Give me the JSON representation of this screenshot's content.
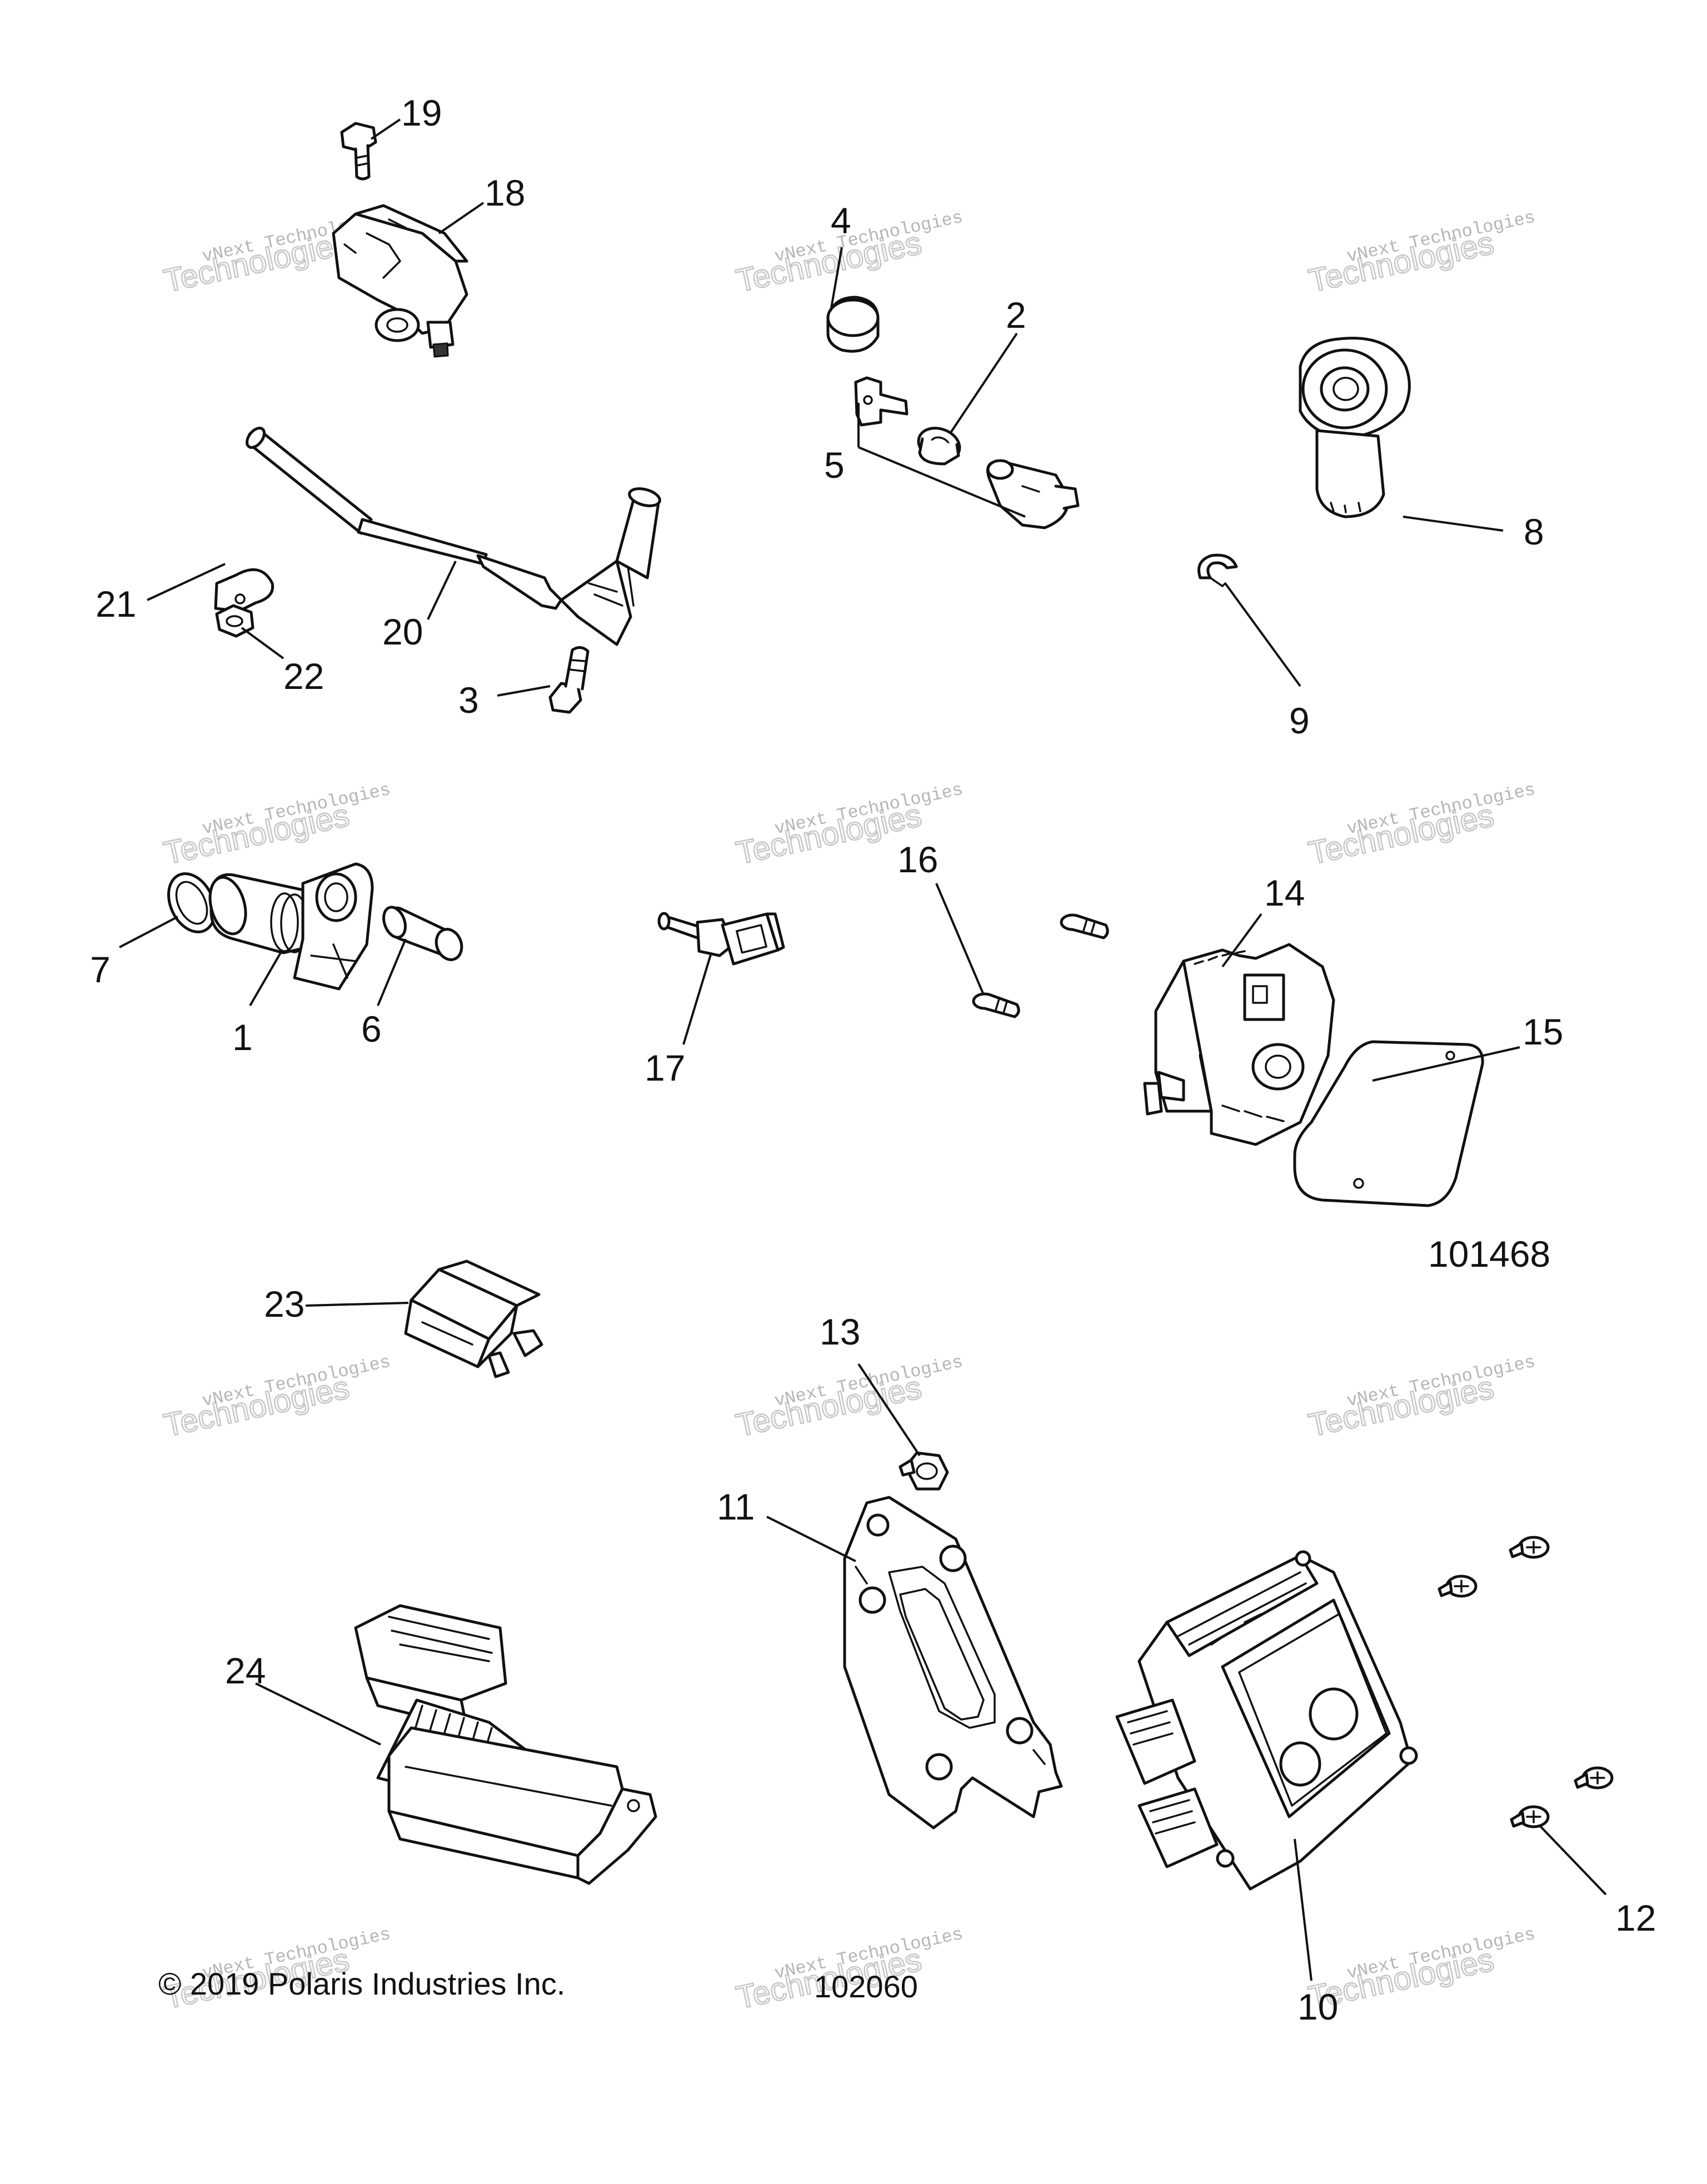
{
  "callouts": {
    "c1": "1",
    "c2": "2",
    "c3": "3",
    "c4": "4",
    "c5": "5",
    "c6": "6",
    "c7": "7",
    "c8": "8",
    "c9": "9",
    "c10": "10",
    "c11": "11",
    "c12": "12",
    "c13": "13",
    "c14": "14",
    "c15": "15",
    "c16": "16",
    "c17": "17",
    "c18": "18",
    "c19": "19",
    "c20": "20",
    "c21": "21",
    "c22": "22",
    "c23": "23",
    "c24": "24"
  },
  "figure_numbers": {
    "upper": "101468",
    "lower": "102060"
  },
  "copyright": "© 2019 Polaris Industries Inc.",
  "watermark": {
    "line1": "vNext Technologies",
    "line2": "Technologies"
  }
}
